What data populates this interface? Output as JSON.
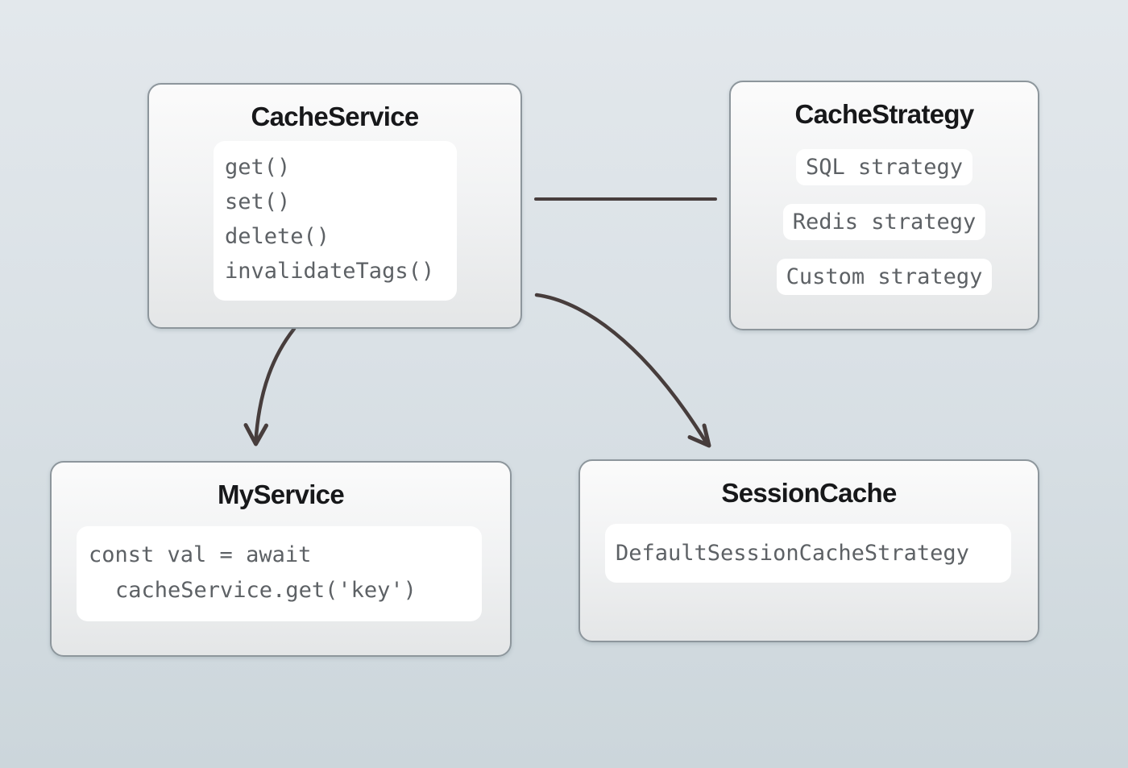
{
  "diagram": {
    "nodes": {
      "cache_service": {
        "title": "CacheService",
        "methods": [
          "get()",
          "set()",
          "delete()",
          "invalidateTags()"
        ]
      },
      "cache_strategy": {
        "title": "CacheStrategy",
        "strategies": [
          "SQL strategy",
          "Redis strategy",
          "Custom strategy"
        ]
      },
      "my_service": {
        "title": "MyService",
        "code": [
          "const val = await",
          "cacheService.get('key')"
        ]
      },
      "session_cache": {
        "title": "SessionCache",
        "strategy": "DefaultSessionCacheStrategy"
      }
    },
    "edges": [
      {
        "from": "CacheService",
        "to": "CacheStrategy",
        "style": "straight-line"
      },
      {
        "from": "CacheService",
        "to": "MyService",
        "style": "curved-arrow"
      },
      {
        "from": "CacheService",
        "to": "SessionCache",
        "style": "curved-arrow"
      }
    ],
    "colors": {
      "background_top": "#e3e8ec",
      "background_bottom": "#ccd6db",
      "node_border": "#8d969c",
      "node_fill_top": "#fbfbfb",
      "node_fill_bottom": "#e4e6e7",
      "panel_fill": "#ffffff",
      "title_text": "#17181a",
      "code_text": "#5d6165",
      "arrow": "#473d3c"
    }
  }
}
